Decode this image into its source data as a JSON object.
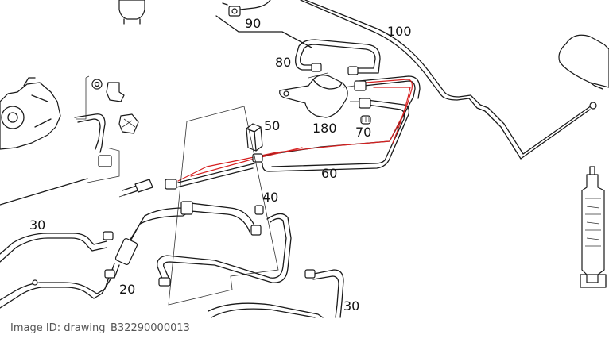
{
  "callouts": {
    "c90": "90",
    "c100": "100",
    "c80": "80",
    "c50": "50",
    "c180": "180",
    "c70": "70",
    "c60": "60",
    "c40": "40",
    "c30a": "30",
    "c20": "20",
    "c30b": "30"
  },
  "colors": {
    "line": "#1a1a1a",
    "highlight": "#d62020",
    "caption": "#555555"
  },
  "footer": {
    "image_id": "Image ID: drawing_B32290000013"
  }
}
